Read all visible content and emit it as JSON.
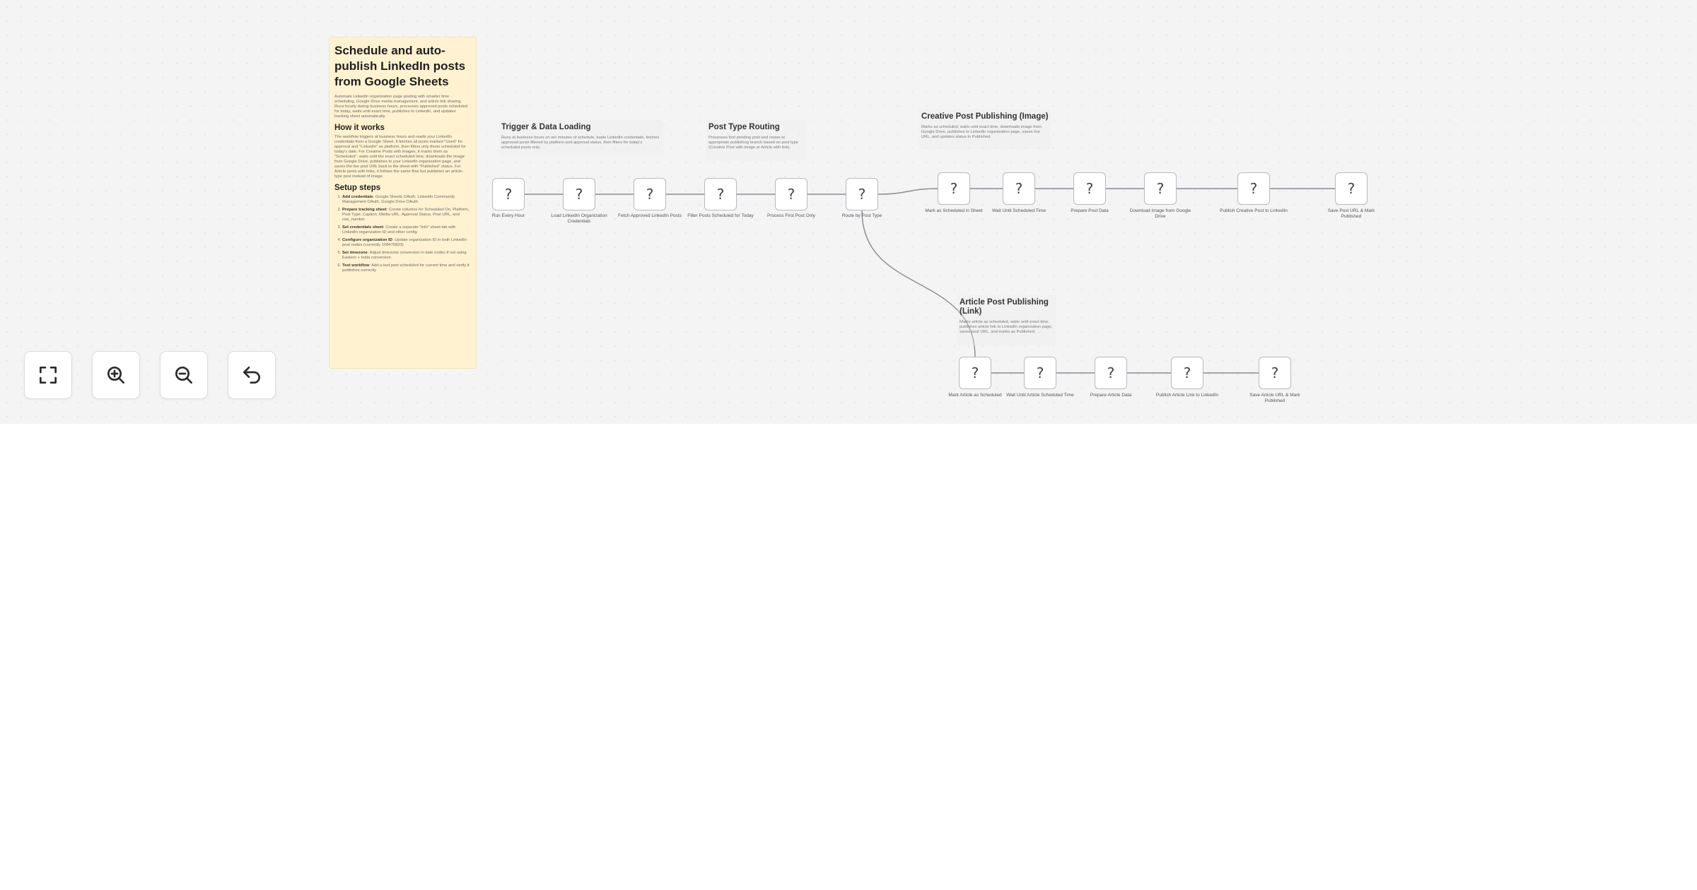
{
  "workflow": {
    "main_note": {
      "title": "Schedule and auto-publish LinkedIn posts from Google Sheets",
      "intro": "Automate LinkedIn organization page posting with smarter time scheduling, Google Drive media management, and article link sharing. Runs hourly during business hours, processes approved posts scheduled for today, waits until exact time, publishes to LinkedIn, and updates tracking sheet automatically.",
      "how_heading": "How it works",
      "how_text": "The workflow triggers at business hours and reads your LinkedIn credentials from a Google Sheet. It fetches all posts marked \"Used\" for approval and \"LinkedIn\" as platform, then filters only those scheduled for today's date. For Creative Posts with images, it marks them as \"Scheduled\", waits until the exact scheduled time, downloads the image from Google Drive, publishes to your LinkedIn organization page, and saves the live post URL back to the sheet with \"Published\" status. For Article posts with links, it follows the same flow but publishes an article-type post instead of image.",
      "setup_heading": "Setup steps",
      "setup_steps": [
        {
          "bold": "Add credentials",
          "text": ": Google Sheets OAuth, LinkedIn Community Management OAuth, Google Drive OAuth"
        },
        {
          "bold": "Prepare tracking sheet",
          "text": ": Create columns for Scheduled On, Platform, Post Type, Caption, Media URL, Approval Status, Post URL, and row_number"
        },
        {
          "bold": "Set credentials sheet",
          "text": ": Create a separate \"Info\" sheet tab with LinkedIn organization ID and other config"
        },
        {
          "bold": "Configure organization ID",
          "text": ": Update organization ID in both LinkedIn post nodes (currently 108475833)"
        },
        {
          "bold": "Set timezone",
          "text": ": Adjust timezone conversion in date nodes if not using Eastern + India conversion"
        },
        {
          "bold": "Test workflow",
          "text": ": Add a test post scheduled for current time and verify it publishes correctly"
        }
      ]
    },
    "sections": {
      "trigger": {
        "title": "Trigger & Data Loading",
        "text": "Runs at business hours on set minutes of schedule, loads LinkedIn credentials, fetches approved posts filtered by platform and approval status, then filters for today's scheduled posts only."
      },
      "routing": {
        "title": "Post Type Routing",
        "text": "Processes first pending post and routes to appropriate publishing branch based on post type (Creative Post with image or Article with link)."
      },
      "creative": {
        "title": "Creative Post Publishing (Image)",
        "text": "Marks as scheduled, waits until exact time, downloads image from Google Drive, publishes to LinkedIn organization page, saves live URL, and updates status to Published."
      },
      "article": {
        "title": "Article Post Publishing (Link)",
        "text": "Marks article as scheduled, waits until exact time, publishes article link to LinkedIn organization page, saves post URL, and marks as Published."
      }
    },
    "node_icon": "?",
    "nodes": {
      "n1": {
        "label": "Run Every Hour",
        "icon": "unknown-node-icon"
      },
      "n2": {
        "label": "Load LinkedIn Organization Credentials",
        "icon": "unknown-node-icon"
      },
      "n3": {
        "label": "Fetch Approved LinkedIn Posts",
        "icon": "unknown-node-icon"
      },
      "n4": {
        "label": "Filter Posts Scheduled for Today",
        "icon": "unknown-node-icon"
      },
      "n5": {
        "label": "Process First Post Only",
        "icon": "unknown-node-icon"
      },
      "n6": {
        "label": "Route by Post Type",
        "icon": "unknown-node-icon"
      },
      "c1": {
        "label": "Mark as Scheduled in Sheet",
        "icon": "unknown-node-icon"
      },
      "c2": {
        "label": "Wait Until Scheduled Time",
        "icon": "unknown-node-icon"
      },
      "c3": {
        "label": "Prepare Post Data",
        "icon": "unknown-node-icon"
      },
      "c4": {
        "label": "Download Image from Google Drive",
        "icon": "unknown-node-icon"
      },
      "c5": {
        "label": "Publish Creative Post to LinkedIn",
        "icon": "unknown-node-icon"
      },
      "c6": {
        "label": "Save Post URL & Mark Published",
        "icon": "unknown-node-icon"
      },
      "a1": {
        "label": "Mark Article as Scheduled",
        "icon": "unknown-node-icon"
      },
      "a2": {
        "label": "Wait Until Article Scheduled Time",
        "icon": "unknown-node-icon"
      },
      "a3": {
        "label": "Prepare Article Data",
        "icon": "unknown-node-icon"
      },
      "a4": {
        "label": "Publish Article Link to LinkedIn",
        "icon": "unknown-node-icon"
      },
      "a5": {
        "label": "Save Article URL & Mark Published",
        "icon": "unknown-node-icon"
      }
    },
    "connections": [
      [
        "n1",
        "n2"
      ],
      [
        "n2",
        "n3"
      ],
      [
        "n3",
        "n4"
      ],
      [
        "n4",
        "n5"
      ],
      [
        "n5",
        "n6"
      ],
      [
        "n6",
        "c1"
      ],
      [
        "c1",
        "c2"
      ],
      [
        "c2",
        "c3"
      ],
      [
        "c3",
        "c4"
      ],
      [
        "c4",
        "c5"
      ],
      [
        "c5",
        "c6"
      ],
      [
        "n6",
        "a1"
      ],
      [
        "a1",
        "a2"
      ],
      [
        "a2",
        "a3"
      ],
      [
        "a3",
        "a4"
      ],
      [
        "a4",
        "a5"
      ]
    ]
  },
  "controls": [
    {
      "name": "fit-view-button",
      "icon": "fullscreen-icon"
    },
    {
      "name": "zoom-in-button",
      "icon": "zoom-in-icon"
    },
    {
      "name": "zoom-out-button",
      "icon": "zoom-out-icon"
    },
    {
      "name": "reset-button",
      "icon": "undo-icon"
    }
  ]
}
